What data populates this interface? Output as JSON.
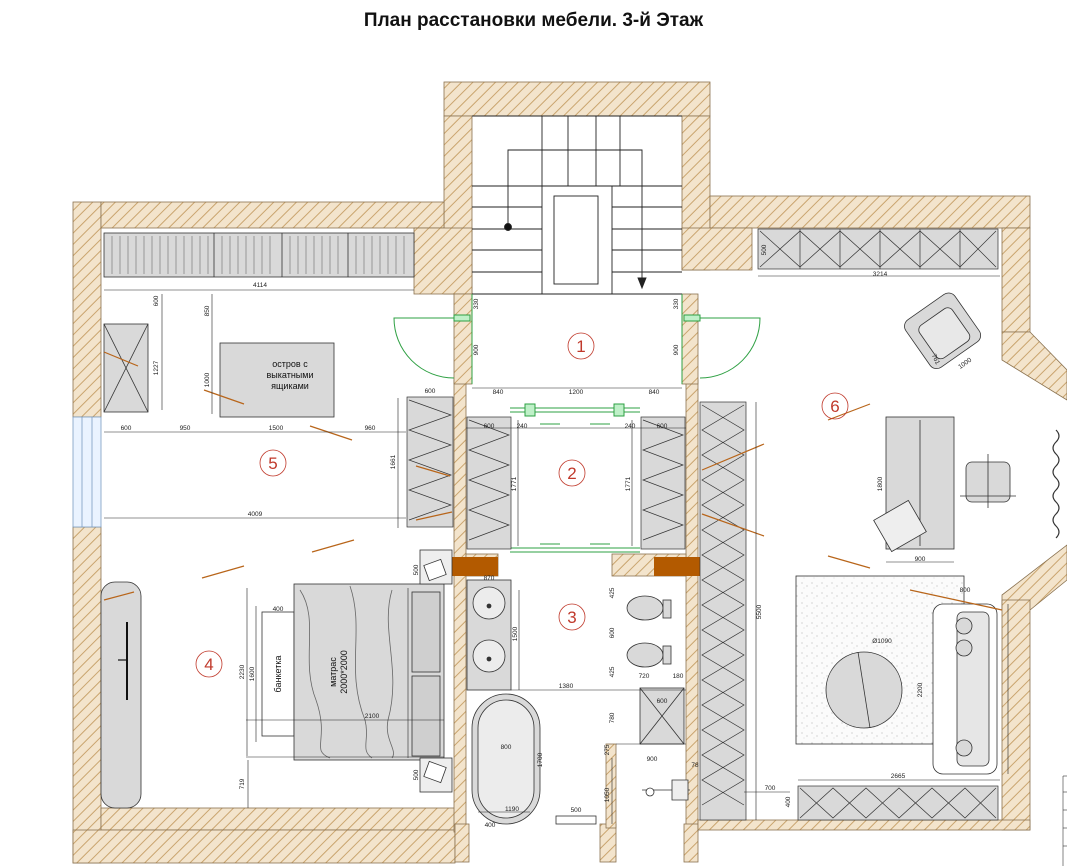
{
  "title": "План расстановки мебели. 3-й Этаж",
  "rooms": [
    "1",
    "2",
    "3",
    "4",
    "5",
    "6"
  ],
  "labels": {
    "island": [
      "остров с",
      "выкатными",
      "ящиками"
    ],
    "bench": "банкетка",
    "mattress": [
      "матрас",
      "2000*2000"
    ]
  },
  "dimensions": {
    "top_left_width": "4114",
    "hall_depth": "600",
    "island_offset": "850",
    "wardrobe_left_h": "1227",
    "island_h": "1000",
    "row_600": "600",
    "row_950": "950",
    "row_1500": "1500",
    "row_960": "960",
    "left_width_bottom": "4009",
    "cabinet_w_top": "600",
    "cabinet_h": "1661",
    "stair_330a": "330",
    "stair_900a": "900",
    "stair_330b": "330",
    "stair_900b": "900",
    "hall_840a": "840",
    "hall_1200": "1200",
    "hall_840b": "840",
    "wr_600a": "600",
    "wr_240a": "240",
    "wr_240b": "240",
    "wr_600b": "600",
    "wr_1771a": "1771",
    "wr_1771b": "1771",
    "nightstand_500a": "500",
    "nightstand_500b": "500",
    "bench_400": "400",
    "bed_2230": "2230",
    "bench_1600": "1600",
    "bed_2100": "2100",
    "bed_719": "719",
    "sink_870": "870",
    "sink_1500": "1500",
    "bath_1380": "1380",
    "wc_425a": "425",
    "wc_600": "600",
    "wc_425b": "425",
    "wc_720": "720",
    "wc_180": "180",
    "shower_780": "780",
    "shower_600": "600",
    "bath_800": "800",
    "bath_1700": "1700",
    "bath_1190": "1190",
    "bath_400": "400",
    "stool_500": "500",
    "wash_900": "900",
    "wash_78": "78",
    "wash_1050": "1050",
    "wash_275": "275",
    "tall_5500": "5500",
    "top_right_500": "500",
    "top_right_3214": "3214",
    "chair_761": "761",
    "chair_1000": "1000",
    "desk_1800": "1800",
    "desk_900": "900",
    "sofa_800": "800",
    "rug_d": "Ø1090",
    "sofa_2200": "2200",
    "bottom_700": "700",
    "bottom_400": "400",
    "bottom_2665": "2665"
  },
  "colors": {
    "wall_fill": "#f3e4cc",
    "wall_hatch": "#c9a46e",
    "furniture": "#d9d9d9",
    "door": "#2ea043",
    "room_mark": "#c0392b",
    "column": "#b35a00",
    "measure_line": "#b8651a"
  }
}
